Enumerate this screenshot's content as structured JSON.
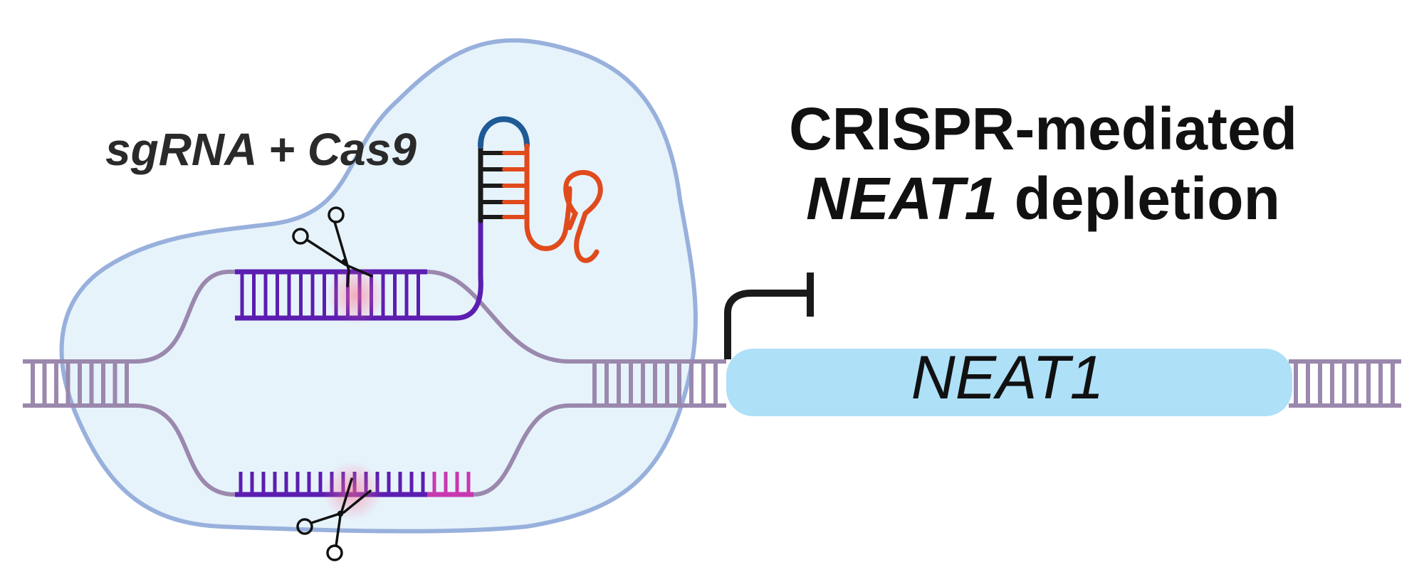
{
  "complex_label": "sgRNA + Cas9",
  "title": {
    "line1": "CRISPR-mediated",
    "line2_italic": "NEAT1",
    "line2_rest": " depletion"
  },
  "gene_label": "NEAT1",
  "colors": {
    "cas9_fill": "#e6f3fb",
    "cas9_outline": "#98b0dc",
    "dna": "#9b88ad",
    "guide": "#5b1eb0",
    "pam": "#c838b0",
    "sgrna_scaffold_black": "#1a1a1a",
    "sgrna_loop_blue": "#1d5a96",
    "sgrna_orange": "#e04a1c",
    "gene_box": "#aee0f8",
    "promoter": "#1a1a1a",
    "cut_glow": "#ff8aa0"
  },
  "icons": [
    "scissors-icon",
    "promoter-arrow-icon"
  ]
}
